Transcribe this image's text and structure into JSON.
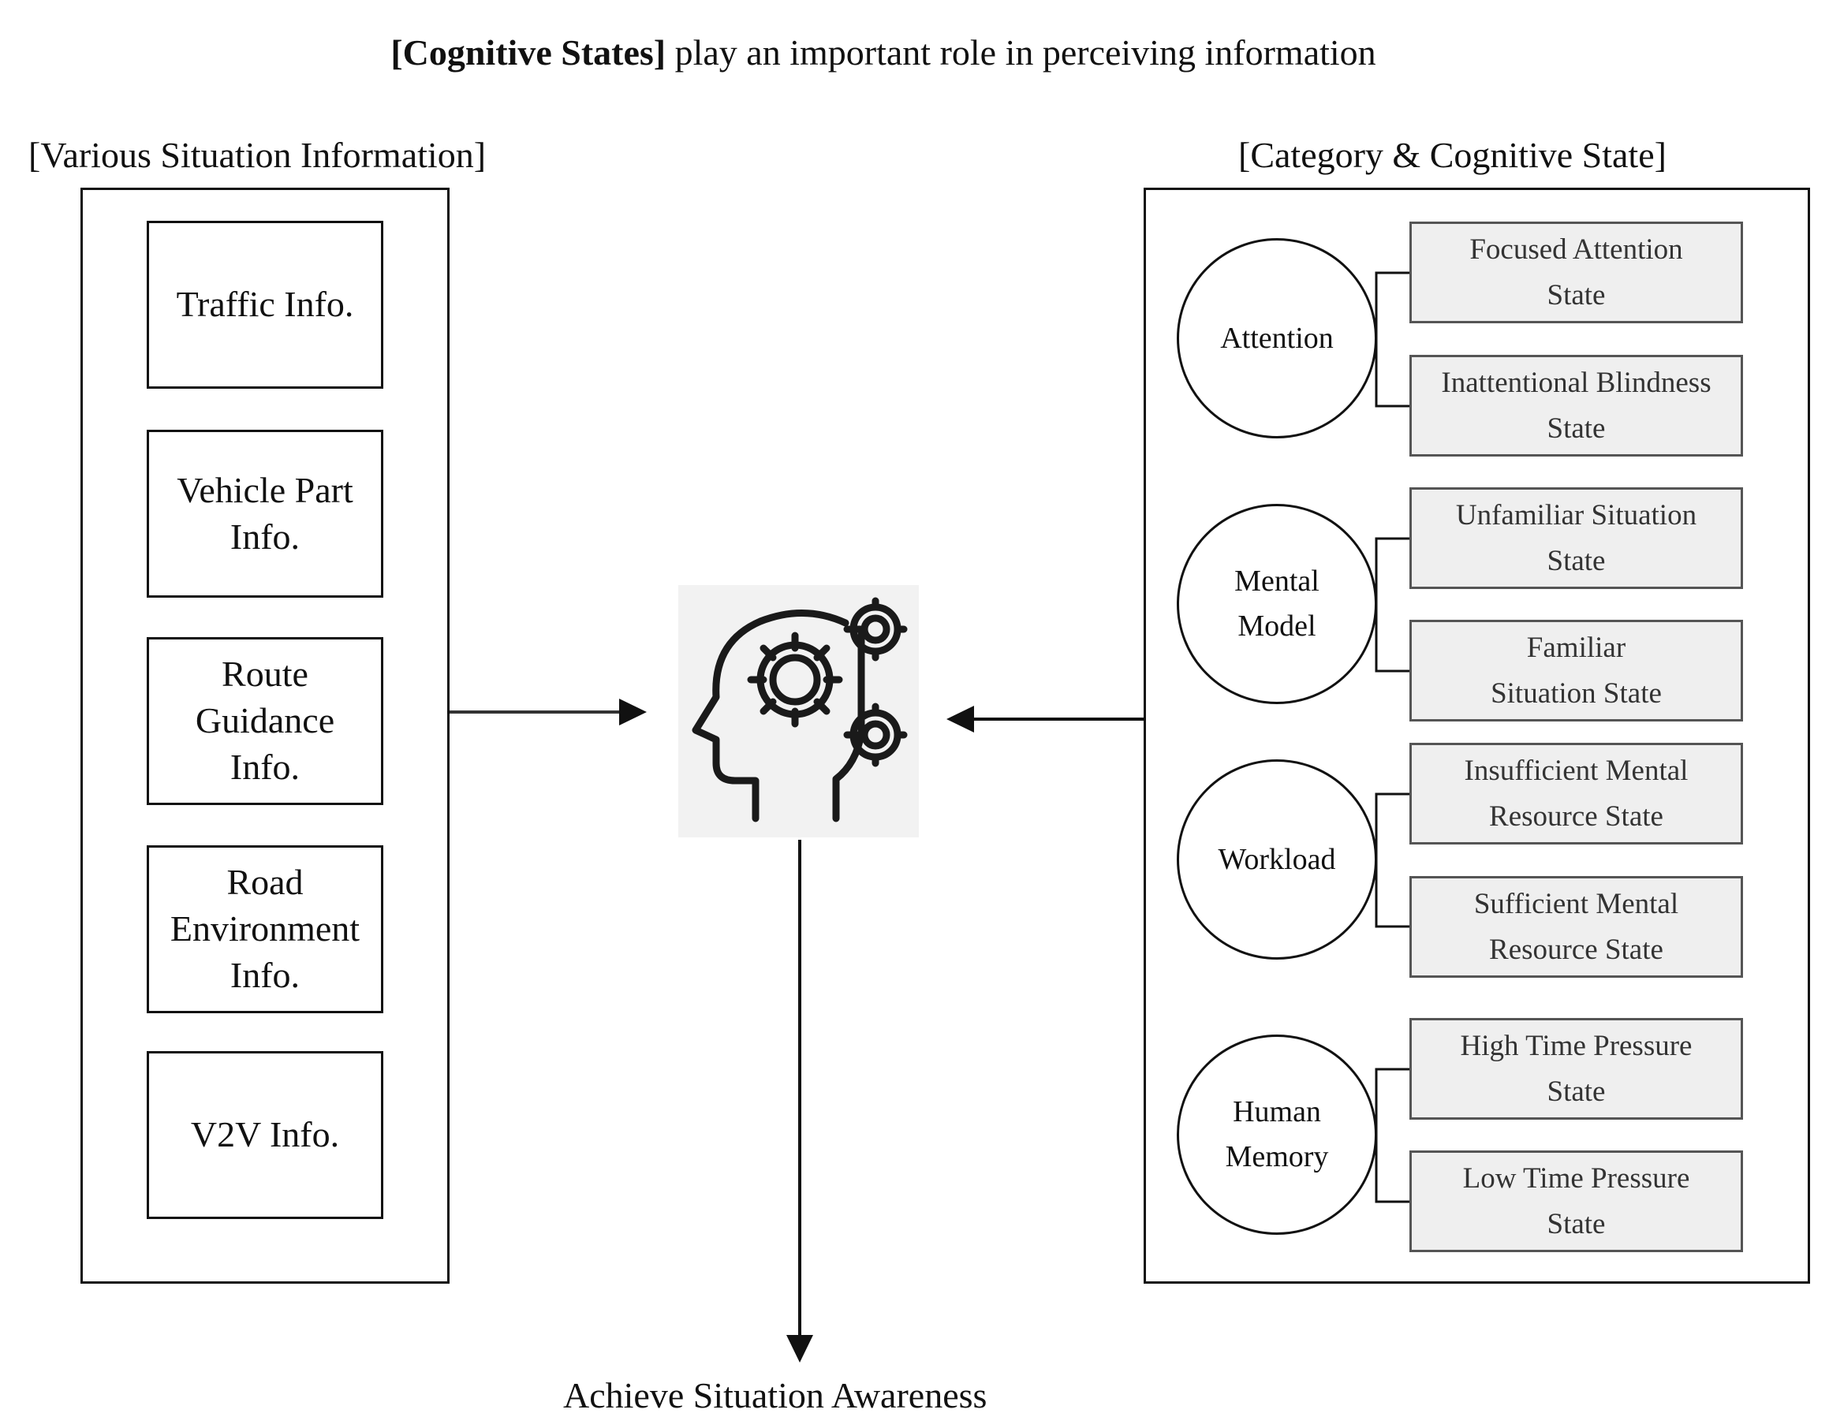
{
  "title": {
    "bold": "[Cognitive States]",
    "rest": " play an important role in perceiving information"
  },
  "left_panel": {
    "label": "[Various Situation Information]",
    "items": [
      {
        "label": "Traffic Info."
      },
      {
        "label": "Vehicle Part\nInfo."
      },
      {
        "label": "Route\nGuidance\nInfo."
      },
      {
        "label": "Road\nEnvironment\nInfo."
      },
      {
        "label": "V2V Info."
      }
    ]
  },
  "right_panel": {
    "label": "[Category & Cognitive State]",
    "categories": [
      {
        "name": "Attention",
        "states": [
          "Focused Attention\nState",
          "Inattentional Blindness\nState"
        ]
      },
      {
        "name": "Mental\nModel",
        "states": [
          "Unfamiliar Situation\nState",
          "Familiar\nSituation State"
        ]
      },
      {
        "name": "Workload",
        "states": [
          "Insufficient Mental\nResource State",
          "Sufficient Mental\nResource State"
        ]
      },
      {
        "name": "Human\nMemory",
        "states": [
          "High Time Pressure\nState",
          "Low Time Pressure\nState"
        ]
      }
    ]
  },
  "center_icon": "brain-gears-icon",
  "output_label": "Achieve Situation Awareness"
}
